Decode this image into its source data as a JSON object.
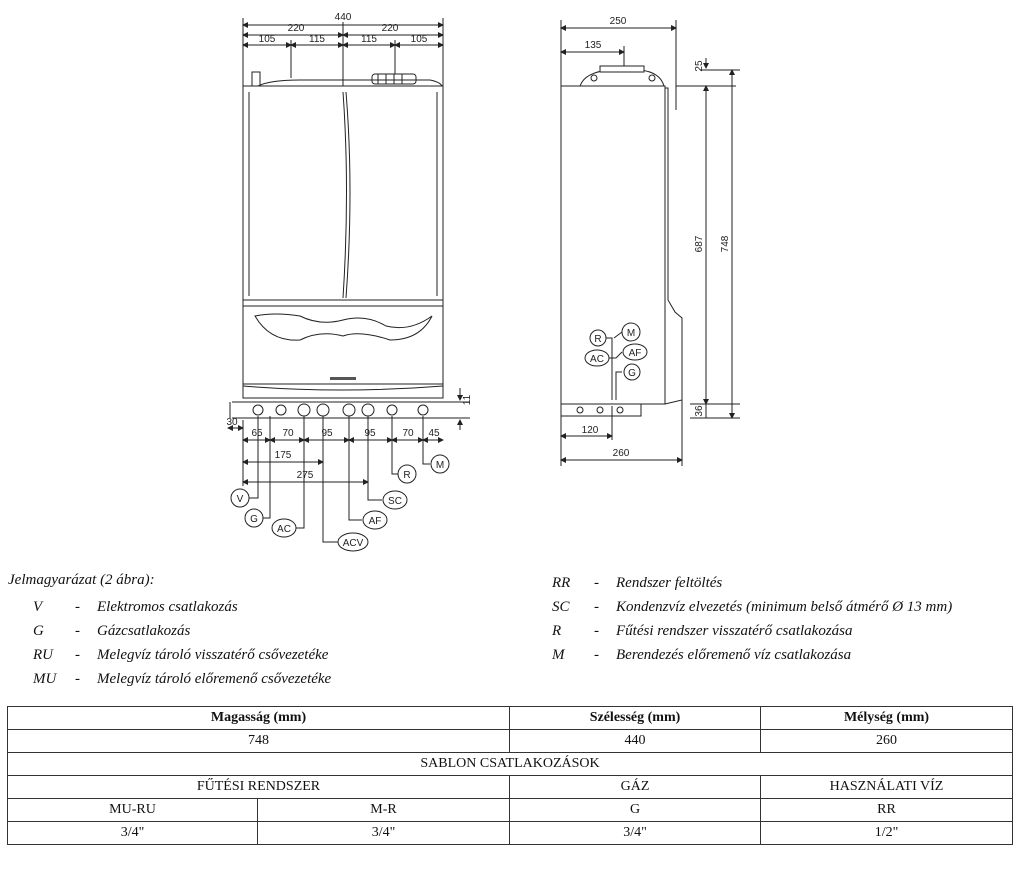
{
  "front_view": {
    "dimensions": {
      "total_width": "440",
      "half_left": "220",
      "half_right": "220",
      "top_left_105": "105",
      "top_left_115": "115",
      "top_right_115": "115",
      "top_right_105": "105",
      "left_offset": "30",
      "height_11": "11",
      "bottom_65": "65",
      "bottom_70a": "70",
      "bottom_95a": "95",
      "bottom_95b": "95",
      "bottom_70b": "70",
      "bottom_45": "45",
      "span_175": "175",
      "span_275": "275"
    },
    "callouts": [
      "V",
      "G",
      "AC",
      "ACV",
      "AF",
      "SC",
      "R",
      "M"
    ]
  },
  "side_view": {
    "dimensions": {
      "depth_top": "250",
      "depth_135": "135",
      "top_25": "25",
      "height_687": "687",
      "height_748": "748",
      "bottom_36": "36",
      "bottom_120": "120",
      "depth_bottom": "260"
    },
    "callouts": [
      "R",
      "M",
      "AC",
      "AF",
      "G"
    ]
  },
  "legend": {
    "title": "Jelmagyarázat (2 ábra):",
    "left": [
      {
        "code": "V",
        "text": "Elektromos csatlakozás"
      },
      {
        "code": "G",
        "text": "Gázcsatlakozás"
      },
      {
        "code": "RU",
        "text": "Melegvíz tároló visszatérő csővezetéke"
      },
      {
        "code": "MU",
        "text": "Melegvíz tároló előremenő csővezetéke"
      }
    ],
    "right": [
      {
        "code": "RR",
        "text": "Rendszer feltöltés"
      },
      {
        "code": "SC",
        "text": "Kondenzvíz elvezetés (minimum belső átmérő Ø 13 mm)"
      },
      {
        "code": "R",
        "text": "Fűtési rendszer visszatérő csatlakozása"
      },
      {
        "code": "M",
        "text": "Berendezés előremenő víz csatlakozása"
      }
    ],
    "dash": "-"
  },
  "table": {
    "h_height": "Magasság (mm)",
    "h_width": "Szélesség (mm)",
    "h_depth": "Mélység (mm)",
    "v_height": "748",
    "v_width": "440",
    "v_depth": "260",
    "template_title": "SABLON CSATLAKOZÁSOK",
    "g_heating": "FŰTÉSI RENDSZER",
    "g_gas": "GÁZ",
    "g_dhw": "HASZNÁLATI VÍZ",
    "c_muru": "MU-RU",
    "c_mr": "M-R",
    "c_g": "G",
    "c_rr": "RR",
    "s_muru": "3/4\"",
    "s_mr": "3/4\"",
    "s_g": "3/4\"",
    "s_rr": "1/2\""
  }
}
